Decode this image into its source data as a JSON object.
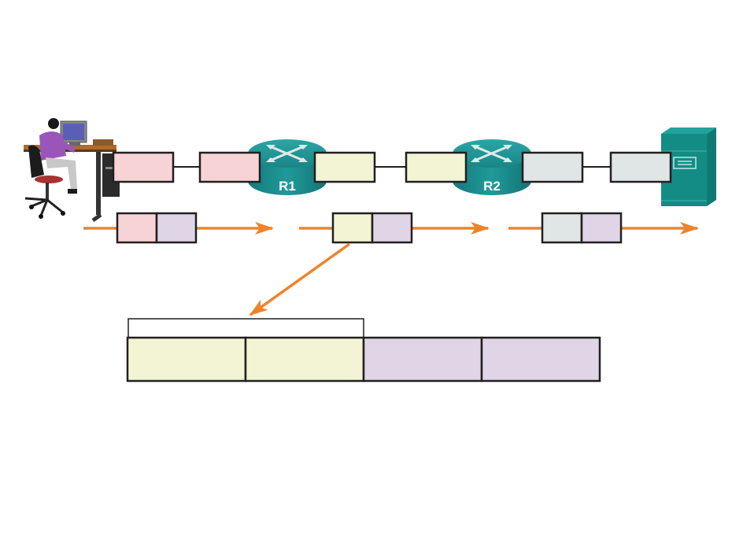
{
  "colors": {
    "pc_address": "#f8d3d5",
    "r1_r2_address": "#f3f4d3",
    "server_address": "#dfe6e5",
    "network_layer": "#dfd5e6",
    "flow_arrow": "#f0822a",
    "router": "#1f8c8c",
    "server": "#138c85",
    "outline": "#231f20"
  },
  "devices": {
    "pc": {
      "icon": "user-at-workstation-icon"
    },
    "r1": {
      "label": "R1",
      "icon": "router-icon"
    },
    "r2": {
      "label": "R2",
      "icon": "router-icon"
    },
    "server": {
      "icon": "server-icon"
    }
  },
  "segments": [
    {
      "name": "pc-to-r1",
      "address_color": "pc_address"
    },
    {
      "name": "r1-to-r2",
      "address_color": "r1_r2_address"
    },
    {
      "name": "r2-to-server",
      "address_color": "server_address"
    }
  ],
  "frames": [
    {
      "segment": "pc-to-r1",
      "fields": [
        "pc_address",
        "network_layer"
      ]
    },
    {
      "segment": "r1-to-r2",
      "fields": [
        "r1_r2_address",
        "network_layer"
      ]
    },
    {
      "segment": "r2-to-server",
      "fields": [
        "server_address",
        "network_layer"
      ]
    }
  ],
  "expanded_frame": {
    "source_frame": "r1-to-r2",
    "fields": [
      "r1_r2_address",
      "r1_r2_address",
      "network_layer",
      "network_layer"
    ],
    "bracket_spans_fields": 2
  }
}
